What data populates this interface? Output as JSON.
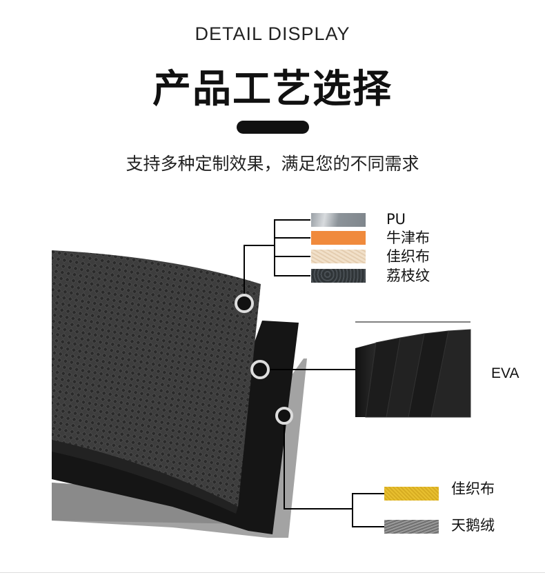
{
  "header": {
    "subtitle_en": "DETAIL DISPLAY",
    "title": "产品工艺选择",
    "description": "支持多种定制效果，满足您的不同需求"
  },
  "layers": {
    "top": {
      "materials": [
        {
          "label": "PU",
          "color": "#8e959c"
        },
        {
          "label": "牛津布",
          "color": "#f08a3c"
        },
        {
          "label": "佳织布",
          "color": "#efdcc4"
        },
        {
          "label": "荔枝纹",
          "color": "#2f3437"
        }
      ]
    },
    "middle": {
      "label": "EVA"
    },
    "bottom": {
      "materials": [
        {
          "label": "佳织布",
          "color": "#e8c030"
        },
        {
          "label": "天鹅绒",
          "color": "#8a8a8a"
        }
      ]
    }
  }
}
